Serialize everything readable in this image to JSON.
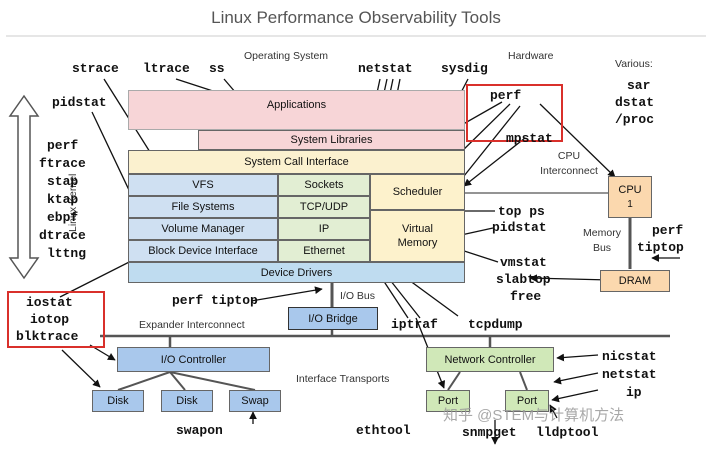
{
  "title": "Linux Performance Observability Tools",
  "labels": {
    "operating_system": "Operating System",
    "hardware": "Hardware",
    "various": "Various:",
    "linux_kernel": "Linux Kernel",
    "cpu_interconnect": "CPU Interconnect",
    "memory_bus": "Memory Bus",
    "io_bus": "I/O Bus",
    "expander_interconnect": "Expander Interconnect",
    "interface_transports": "Interface Transports"
  },
  "components": {
    "applications": "Applications",
    "system_libraries": "System Libraries",
    "system_call_interface": "System Call Interface",
    "vfs": "VFS",
    "sockets": "Sockets",
    "scheduler": "Scheduler",
    "file_systems": "File Systems",
    "tcp_udp": "TCP/UDP",
    "volume_manager": "Volume Manager",
    "ip": "IP",
    "virtual_memory": "Virtual Memory",
    "block_device_interface": "Block Device Interface",
    "ethernet": "Ethernet",
    "device_drivers": "Device Drivers",
    "cpu": "CPU",
    "cpu_number": "1",
    "dram": "DRAM",
    "io_bridge": "I/O Bridge",
    "io_controller": "I/O Controller",
    "network_controller": "Network Controller",
    "disk_1": "Disk",
    "disk_2": "Disk",
    "swap": "Swap",
    "port_1": "Port",
    "port_2": "Port"
  },
  "tools": {
    "strace": "strace",
    "ltrace": "ltrace",
    "ss": "ss",
    "netstat": "netstat",
    "sysdig": "sysdig",
    "pidstat_top": "pidstat",
    "left_stack": [
      "perf",
      "ftrace",
      "stap",
      "ktap",
      "ebpf",
      "dtrace",
      "lttng"
    ],
    "various_stack": [
      "sar",
      "dstat",
      "/proc"
    ],
    "perf_red": "perf",
    "mpstat": "mpstat",
    "top_ps": "top ps",
    "pidstat_mid": "pidstat",
    "perf_tiptop_right": [
      "perf",
      "tiptop"
    ],
    "vm_stack": [
      "vmstat",
      "slabtop",
      "free"
    ],
    "iostat_stack": [
      "iostat",
      "iotop",
      "blktrace"
    ],
    "perf_tiptop_bus": "perf tiptop",
    "iptraf": "iptraf",
    "tcpdump": "tcpdump",
    "nic_stack": [
      "nicstat",
      "netstat",
      "ip"
    ],
    "swapon": "swapon",
    "ethtool": "ethtool",
    "snmpget": "snmpget",
    "lldptool": "lldptool"
  },
  "watermark": "知乎 @STEM与计算机方法",
  "colors": {
    "applications": "#f7d5d7",
    "syscall": "#fbf1cf",
    "kernel_blue": "#cfe0f2",
    "kernel_green": "#e2eed3",
    "kernel_yellow": "#fdf2cc",
    "device_drivers": "#bfdcf0",
    "hardware_orange": "#fbd8ae",
    "controller_blue": "#a9c8ec",
    "controller_green": "#d0e8b8",
    "highlight_red": "#d9302b"
  }
}
